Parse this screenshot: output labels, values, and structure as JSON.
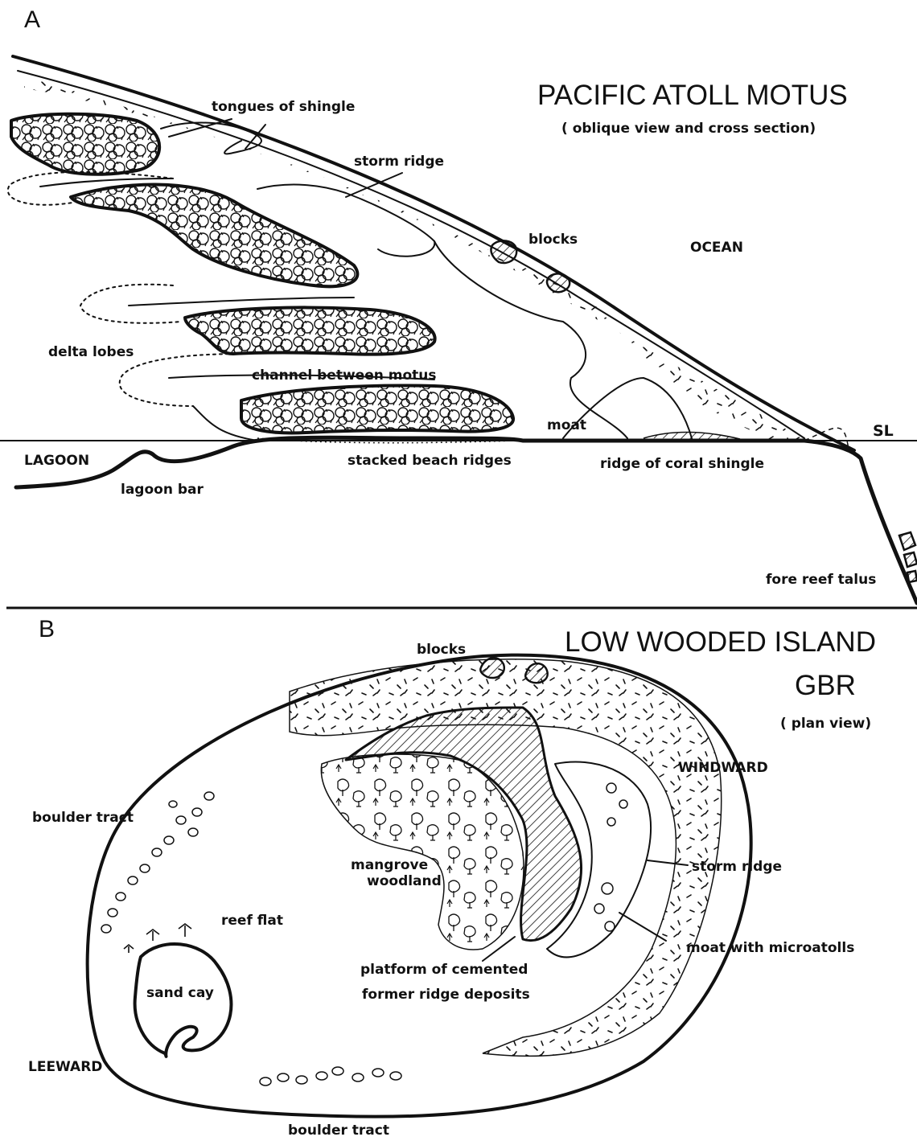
{
  "panel_a": {
    "panel_letter": "A",
    "title": "PACIFIC ATOLL MOTUS",
    "subtitle": "( oblique view and cross section)",
    "labels": {
      "tongues": "tongues of shingle",
      "storm_ridge": "storm ridge",
      "blocks": "blocks",
      "ocean": "OCEAN",
      "delta_lobes": "delta lobes",
      "channel": "channel between motus",
      "moat": "moat",
      "sl": "SL",
      "lagoon": "LAGOON",
      "stacked": "stacked beach ridges",
      "ridge_coral": "ridge of coral shingle",
      "lagoon_bar": "lagoon bar",
      "fore_reef": "fore reef talus"
    }
  },
  "panel_b": {
    "panel_letter": "B",
    "title_line1": "LOW WOODED ISLAND",
    "title_line2": "GBR",
    "subtitle": "( plan view)",
    "labels": {
      "blocks": "blocks",
      "windward": "WINDWARD",
      "boulder_tract_top": "boulder tract",
      "mangrove_1": "mangrove",
      "mangrove_2": "woodland",
      "storm_ridge": "storm ridge",
      "reef_flat": "reef flat",
      "moat": "moat with microatolls",
      "sand_cay": "sand cay",
      "platform_1": "platform of cemented",
      "platform_2": "former ridge deposits",
      "leeward": "LEEWARD",
      "boulder_tract_bottom": "boulder tract"
    }
  },
  "colors": {
    "ink": "#111111",
    "paper": "#ffffff"
  }
}
